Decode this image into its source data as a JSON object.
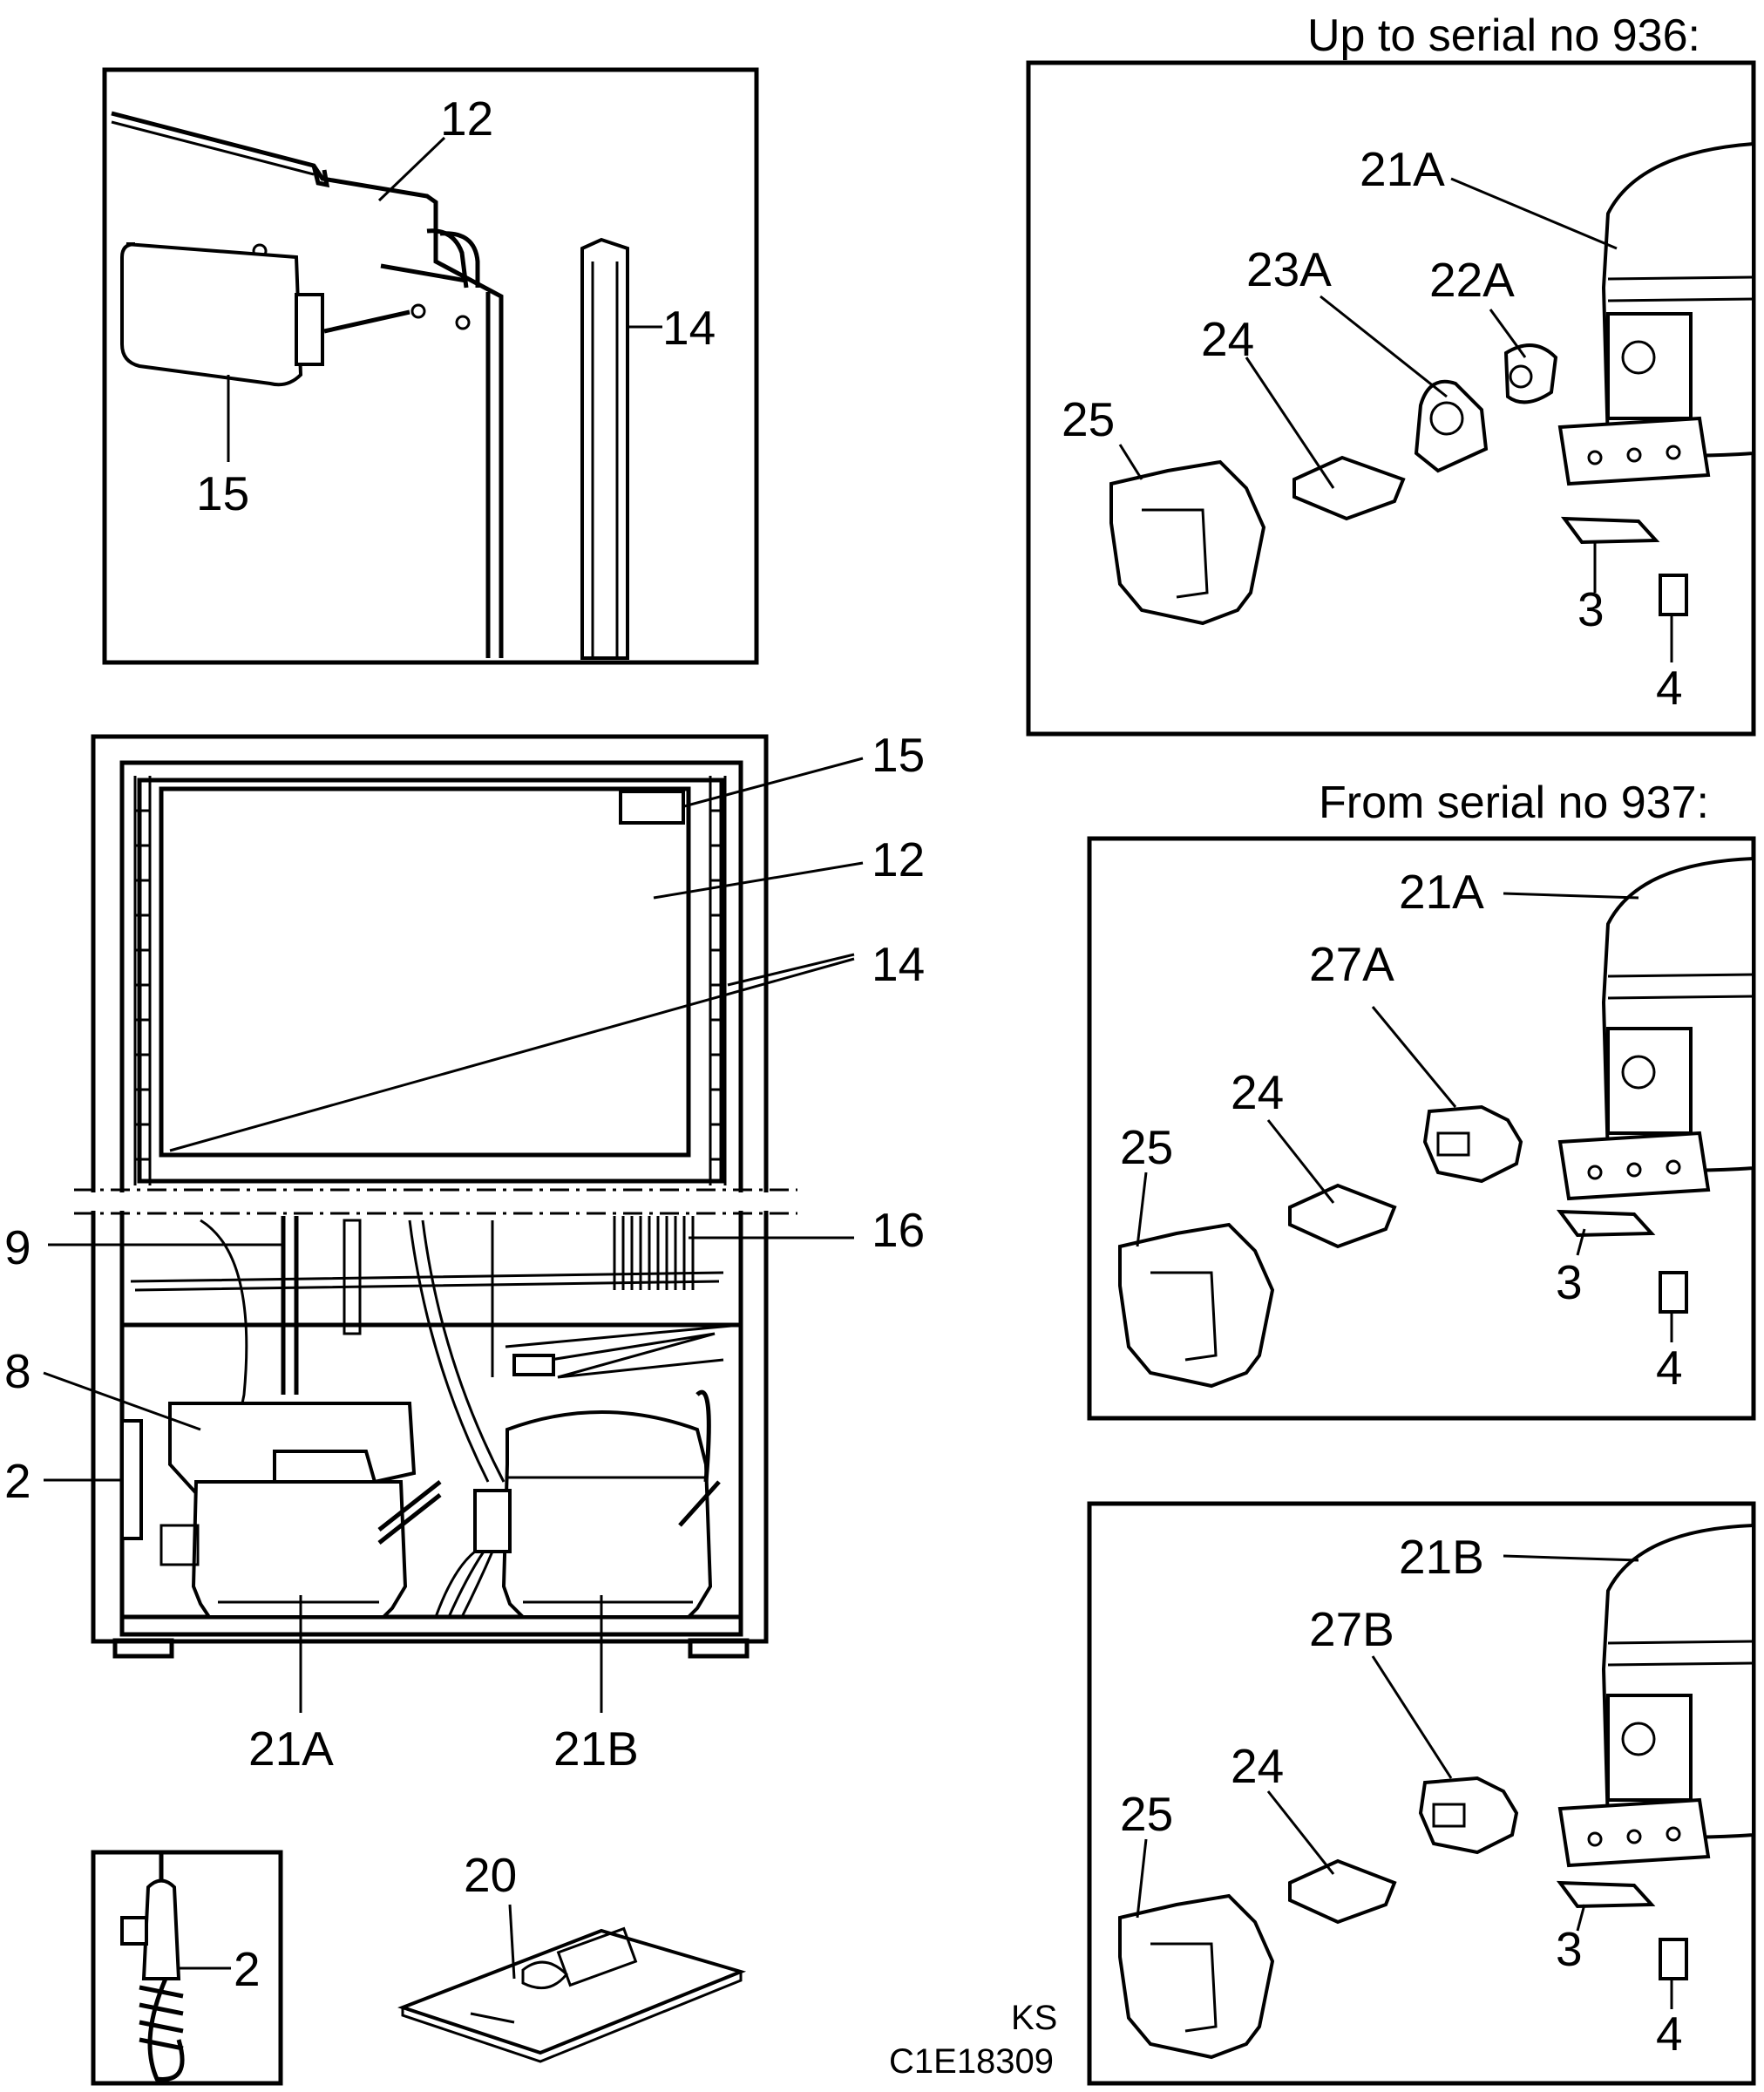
{
  "headers": {
    "upto": "Up to serial no 936:",
    "from": "From serial no 937:"
  },
  "callouts": {
    "detail_top_left": [
      "12",
      "14",
      "15"
    ],
    "main_view": [
      "15",
      "12",
      "14",
      "16",
      "9",
      "8",
      "2",
      "21A",
      "21B"
    ],
    "bottom_left": [
      "2",
      "20"
    ],
    "panel_upto": [
      "21A",
      "23A",
      "22A",
      "24",
      "25",
      "3",
      "4"
    ],
    "panel_from_a": [
      "21A",
      "27A",
      "24",
      "25",
      "3",
      "4"
    ],
    "panel_from_b": [
      "21B",
      "27B",
      "24",
      "25",
      "3",
      "4"
    ]
  },
  "footer": {
    "initials": "KS",
    "drawing_code": "C1E18309"
  },
  "icons": [
    "refrigerator-cabinet",
    "compressor",
    "relay-cover",
    "relay",
    "clip",
    "grommet",
    "thermostat-sensor",
    "manual-booklet"
  ]
}
